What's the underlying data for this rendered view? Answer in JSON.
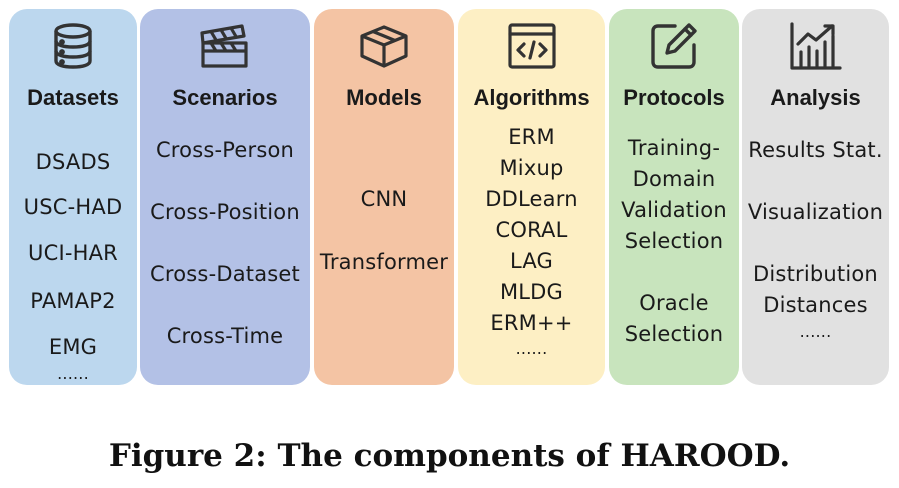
{
  "colors": {
    "datasets": "#bcd7ee",
    "scenarios": "#b3c1e6",
    "models": "#f4c4a4",
    "algorithms": "#fdefc4",
    "protocols": "#c8e4bd",
    "analysis": "#e1e1e1",
    "icon_stroke": "#333333"
  },
  "panels": [
    {
      "id": "datasets",
      "icon": "database-icon",
      "title": "Datasets",
      "items": [
        "DSADS",
        "USC-HAD",
        "UCI-HAR",
        "PAMAP2",
        "EMG",
        "......"
      ]
    },
    {
      "id": "scenarios",
      "icon": "clapperboard-icon",
      "title": "Scenarios",
      "items": [
        "Cross-Person",
        "Cross-Position",
        "Cross-Dataset",
        "Cross-Time"
      ]
    },
    {
      "id": "models",
      "icon": "cube-icon",
      "title": "Models",
      "items": [
        "CNN",
        "Transformer"
      ]
    },
    {
      "id": "algorithms",
      "icon": "code-window-icon",
      "title": "Algorithms",
      "items": [
        "ERM",
        "Mixup",
        "DDLearn",
        "CORAL",
        "LAG",
        "MLDG",
        "ERM++",
        "......"
      ]
    },
    {
      "id": "protocols",
      "icon": "edit-pencil-icon",
      "title": "Protocols",
      "items": [
        "Training-",
        "Domain",
        "Validation",
        "Selection",
        "Oracle",
        "Selection"
      ]
    },
    {
      "id": "analysis",
      "icon": "bar-chart-trend-icon",
      "title": "Analysis",
      "items": [
        "Results Stat.",
        "Visualization",
        "Distribution",
        "Distances",
        "......"
      ]
    }
  ],
  "caption": "Figure 2: The components of HAROOD."
}
